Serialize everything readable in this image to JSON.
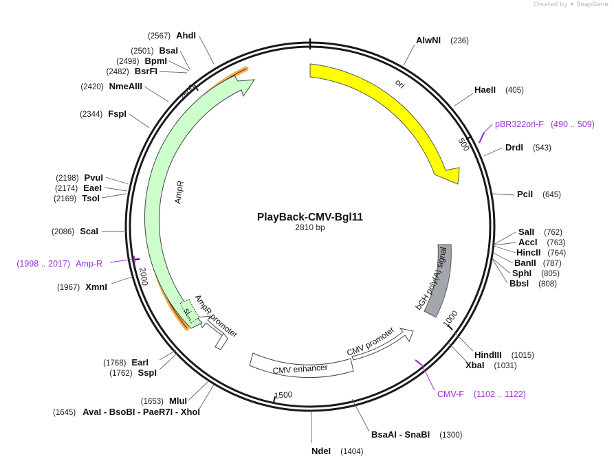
{
  "credit": {
    "prefix": "Created by",
    "brand": "SnapGene"
  },
  "plasmid": {
    "name": "PlayBack-CMV-Bgl11",
    "length_label": "2810 bp",
    "length": 2810
  },
  "ticks": [
    "500",
    "1000",
    "1500",
    "2000",
    "2500"
  ],
  "features": [
    {
      "key": "ori",
      "label": "ori",
      "color": "#ffff00"
    },
    {
      "key": "bgh",
      "label": "bGH poly(A) signal",
      "color": "#a3a7ad"
    },
    {
      "key": "cmvp",
      "label": "CMV promoter",
      "color": "#ffffff"
    },
    {
      "key": "cmve",
      "label": "CMV enhancer",
      "color": "#ffffff"
    },
    {
      "key": "ampp",
      "label": "AmpR promoter",
      "color": "#ffffff"
    },
    {
      "key": "ampr",
      "label": "AmpR",
      "color": "#ccffcc"
    },
    {
      "key": "sig",
      "label": "si...",
      "color": "#ccffcc"
    }
  ],
  "enzymes": [
    {
      "name": "AlwNI",
      "pos": "(236)"
    },
    {
      "name": "HaeII",
      "pos": "(405)"
    },
    {
      "name": "DrdI",
      "pos": "(543)"
    },
    {
      "name": "PciI",
      "pos": "(645)"
    },
    {
      "name": "SalI",
      "pos": "(762)"
    },
    {
      "name": "AccI",
      "pos": "(763)"
    },
    {
      "name": "HincII",
      "pos": "(764)"
    },
    {
      "name": "BanII",
      "pos": "(787)"
    },
    {
      "name": "SphI",
      "pos": "(805)"
    },
    {
      "name": "BbsI",
      "pos": "(808)"
    },
    {
      "name": "HindIII",
      "pos": "(1015)"
    },
    {
      "name": "XbaI",
      "pos": "(1031)"
    },
    {
      "name": "BsaAI - SnaBI",
      "pos": "(1300)"
    },
    {
      "name": "NdeI",
      "pos": "(1404)"
    },
    {
      "name": "AvaI - BsoBI - PaeR7I - XhoI",
      "pos": "(1645)"
    },
    {
      "name": "MluI",
      "pos": "(1653)"
    },
    {
      "name": "SspI",
      "pos": "(1762)"
    },
    {
      "name": "EarI",
      "pos": "(1768)"
    },
    {
      "name": "XmnI",
      "pos": "(1967)"
    },
    {
      "name": "ScaI",
      "pos": "(2086)"
    },
    {
      "name": "TsoI",
      "pos": "(2169)"
    },
    {
      "name": "EaeI",
      "pos": "(2174)"
    },
    {
      "name": "PvuI",
      "pos": "(2198)"
    },
    {
      "name": "FspI",
      "pos": "(2344)"
    },
    {
      "name": "NmeAIII",
      "pos": "(2420)"
    },
    {
      "name": "BsrFI",
      "pos": "(2482)"
    },
    {
      "name": "BpmI",
      "pos": "(2498)"
    },
    {
      "name": "BsaI",
      "pos": "(2501)"
    },
    {
      "name": "AhdI",
      "pos": "(2567)"
    }
  ],
  "primers": [
    {
      "name": "pBR322ori-F",
      "range": "(490 .. 509)"
    },
    {
      "name": "CMV-F",
      "range": "(1102 .. 1122)"
    },
    {
      "name": "Amp-R",
      "range": "(1998 .. 2017)"
    }
  ],
  "colors": {
    "backbone": "#1a1a1a",
    "primer": "#9b30d9",
    "orange_highlight": "#f0a030"
  }
}
